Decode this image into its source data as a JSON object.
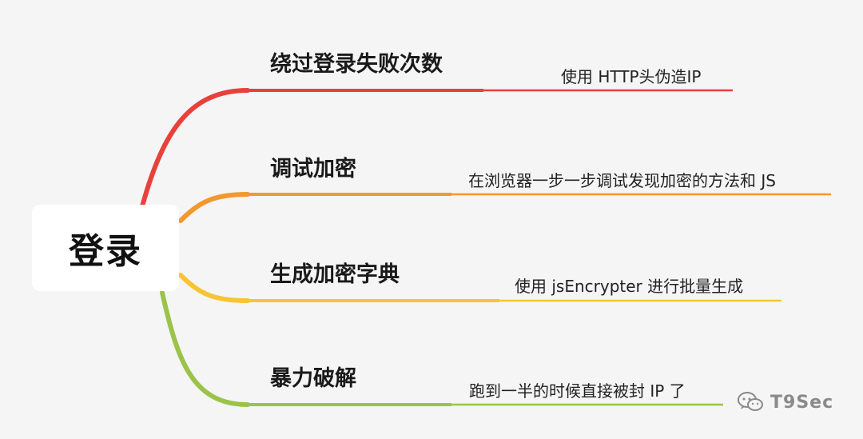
{
  "root": {
    "label": "登录"
  },
  "branches": [
    {
      "label": "绕过登录失败次数",
      "color": "#e8413b",
      "leaf": "使用 HTTP头伪造IP"
    },
    {
      "label": "调试加密",
      "color": "#f3982e",
      "leaf": "在浏览器一步一步调试发现加密的方法和 JS"
    },
    {
      "label": "生成加密字典",
      "color": "#f7c534",
      "leaf": "使用 jsEncrypter 进行批量生成"
    },
    {
      "label": "暴力破解",
      "color": "#9bc34a",
      "leaf": "跑到一半的时候直接被封 IP 了"
    }
  ],
  "watermark": {
    "text": "T9Sec",
    "icon": "wechat-icon"
  }
}
